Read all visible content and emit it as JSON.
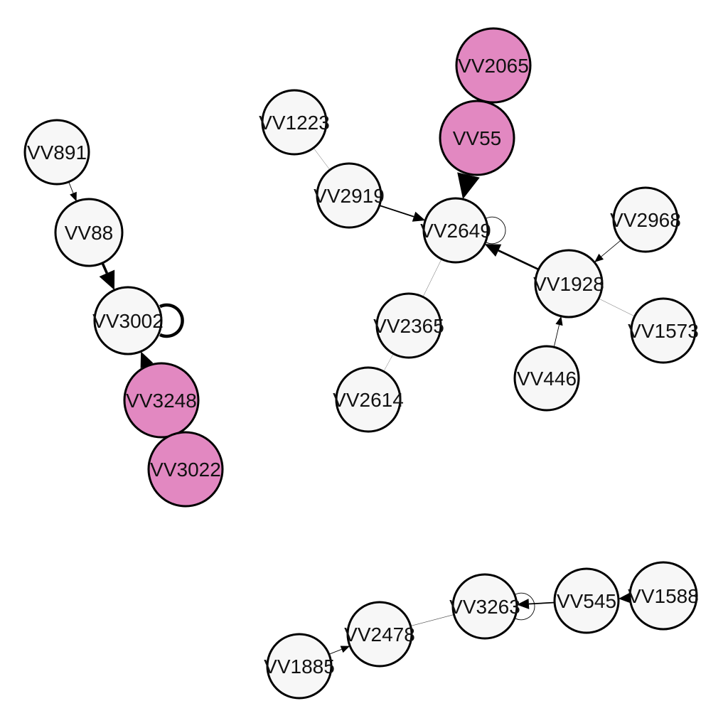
{
  "colors": {
    "default_fill": "#f7f7f7",
    "highlight_fill": "#e288c1",
    "stroke": "#000000",
    "background": "#ffffff"
  },
  "nodes": [
    {
      "id": "VV891",
      "label": "VV891",
      "highlight": false
    },
    {
      "id": "VV88",
      "label": "VV88",
      "highlight": false
    },
    {
      "id": "VV3002",
      "label": "VV3002",
      "highlight": false
    },
    {
      "id": "VV3248",
      "label": "VV3248",
      "highlight": true
    },
    {
      "id": "VV3022",
      "label": "VV3022",
      "highlight": true
    },
    {
      "id": "VV1223",
      "label": "VV1223",
      "highlight": false
    },
    {
      "id": "VV2919",
      "label": "VV2919",
      "highlight": false
    },
    {
      "id": "VV2065",
      "label": "VV2065",
      "highlight": true
    },
    {
      "id": "VV55",
      "label": "VV55",
      "highlight": true
    },
    {
      "id": "VV2649",
      "label": "VV2649",
      "highlight": false
    },
    {
      "id": "VV2968",
      "label": "VV2968",
      "highlight": false
    },
    {
      "id": "VV1928",
      "label": "VV1928",
      "highlight": false
    },
    {
      "id": "VV1573",
      "label": "VV1573",
      "highlight": false
    },
    {
      "id": "VV2365",
      "label": "VV2365",
      "highlight": false
    },
    {
      "id": "VV446",
      "label": "VV446",
      "highlight": false
    },
    {
      "id": "VV2614",
      "label": "VV2614",
      "highlight": false
    },
    {
      "id": "VV3263",
      "label": "VV3263",
      "highlight": false
    },
    {
      "id": "VV545",
      "label": "VV545",
      "highlight": false
    },
    {
      "id": "VV1588",
      "label": "VV1588",
      "highlight": false
    },
    {
      "id": "VV2478",
      "label": "VV2478",
      "highlight": false
    },
    {
      "id": "VV1885",
      "label": "VV1885",
      "highlight": false
    }
  ],
  "edges": [
    {
      "source": "VV891",
      "target": "VV88",
      "weight": 1,
      "directed": true
    },
    {
      "source": "VV88",
      "target": "VV3002",
      "weight": 4,
      "directed": true
    },
    {
      "source": "VV3002",
      "target": "VV3002",
      "weight": 5,
      "directed": true
    },
    {
      "source": "VV3248",
      "target": "VV3002",
      "weight": 3,
      "directed": true
    },
    {
      "source": "VV1223",
      "target": "VV2919",
      "weight": 0.5,
      "directed": false
    },
    {
      "source": "VV2919",
      "target": "VV2649",
      "weight": 2,
      "directed": true
    },
    {
      "source": "VV55",
      "target": "VV2649",
      "weight": 6,
      "directed": true
    },
    {
      "source": "VV2649",
      "target": "VV2649",
      "weight": 1,
      "directed": true
    },
    {
      "source": "VV1928",
      "target": "VV2649",
      "weight": 3,
      "directed": true
    },
    {
      "source": "VV2968",
      "target": "VV1928",
      "weight": 1,
      "directed": true
    },
    {
      "source": "VV1573",
      "target": "VV1928",
      "weight": 0.5,
      "directed": false
    },
    {
      "source": "VV446",
      "target": "VV1928",
      "weight": 1,
      "directed": true
    },
    {
      "source": "VV2365",
      "target": "VV2649",
      "weight": 0.5,
      "directed": false
    },
    {
      "source": "VV2614",
      "target": "VV2365",
      "weight": 0.3,
      "directed": false
    },
    {
      "source": "VV545",
      "target": "VV3263",
      "weight": 2,
      "directed": true
    },
    {
      "source": "VV3263",
      "target": "VV3263",
      "weight": 1,
      "directed": true
    },
    {
      "source": "VV1588",
      "target": "VV545",
      "weight": 3,
      "directed": true
    },
    {
      "source": "VV2478",
      "target": "VV3263",
      "weight": 0.7,
      "directed": false
    },
    {
      "source": "VV1885",
      "target": "VV2478",
      "weight": 1,
      "directed": true
    }
  ]
}
